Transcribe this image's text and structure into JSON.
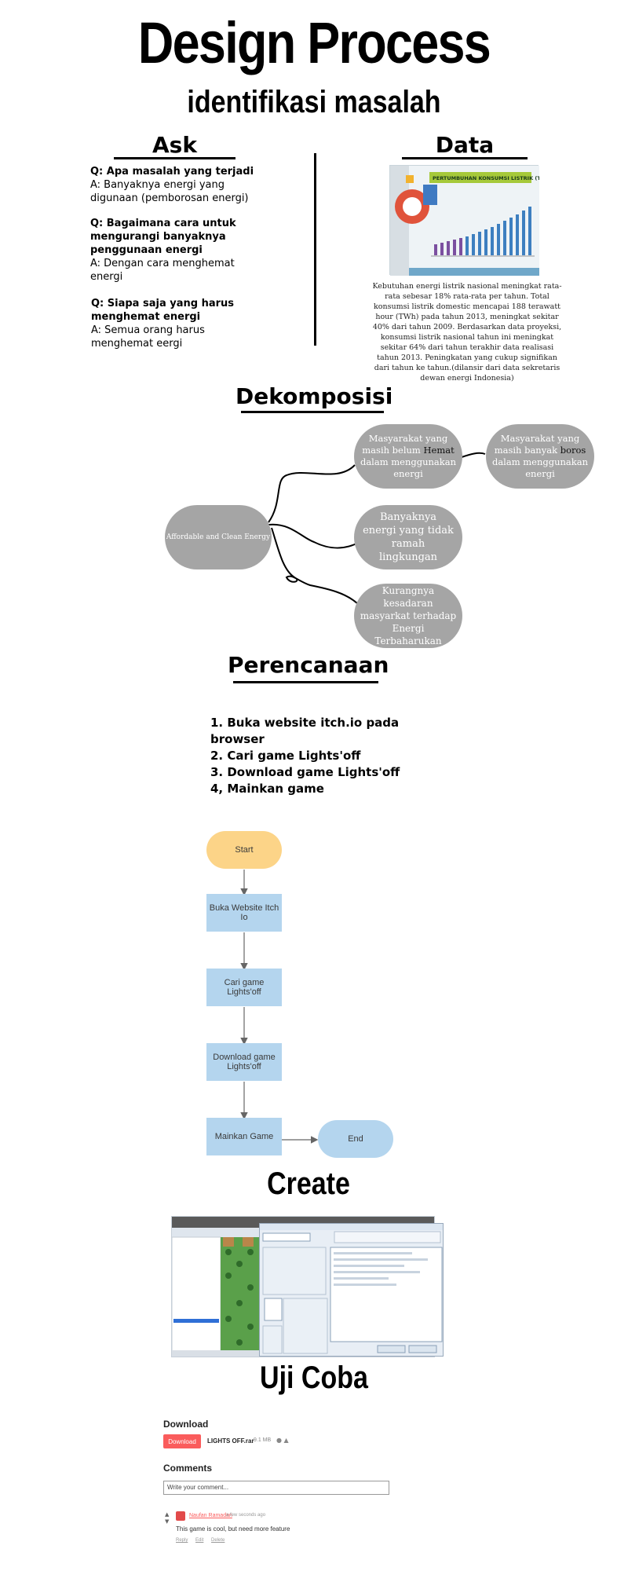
{
  "header": {
    "title": "Design Process",
    "subtitle": "identifikasi masalah"
  },
  "ask": {
    "heading": "Ask",
    "items": [
      {
        "q": "Q: Apa masalah yang terjadi",
        "a": "A: Banyaknya energi yang digunaan (pemborosan energi)"
      },
      {
        "q": "Q: Bagaimana cara untuk mengurangi banyaknya penggunaan energi",
        "a": "A: Dengan cara menghemat energi"
      },
      {
        "q": "Q: Siapa saja yang harus menghemat energi",
        "a": "A: Semua orang harus menghemat eergi"
      }
    ]
  },
  "data": {
    "heading": "Data",
    "chart_title": "PERTUMBUHAN KONSUMSI LISTRIK (TWH)",
    "description": "Kebutuhan energi listrik nasional meningkat rata-rata sebesar 18% rata-rata per tahun. Total konsumsi listrik domestic mencapai 188 terawatt hour (TWh) pada tahun 2013, meningkat sekitar 40% dari tahun 2009. Berdasarkan data proyeksi, konsumsi listrik nasional tahun ini meningkat sekitar 64% dari tahun terakhir data realisasi tahun 2013. Peningkatan yang cukup signifikan dari tahun ke tahun.(dilansir dari data sekretaris dewan energi Indonesia)"
  },
  "dekomposisi": {
    "heading": "Dekomposisi",
    "root": "Affordable and Clean Energy",
    "node1_pre": "Masyarakat yang masih belum ",
    "node1_hl": "Hemat",
    "node1_post": " dalam menggunakan energi",
    "node2_pre": "Masyarakat yang masih banyak ",
    "node2_hl": "boros",
    "node2_post": " dalam menggunakan energi",
    "node3": "Banyaknya energi yang tidak ramah lingkungan",
    "node4": "Kurangnya kesadaran masyarkat terhadap Energi Terbaharukan"
  },
  "perencanaan": {
    "heading": "Perencanaan",
    "steps": [
      "1. Buka website itch.io pada browser",
      "2. Cari game Lights'off",
      "3. Download game Lights'off",
      "4, Mainkan game"
    ]
  },
  "flowchart": {
    "start": "Start",
    "step1": "Buka Website Itch Io",
    "step2": "Cari game Lights'off",
    "step3": "Download game Lights'off",
    "step4": "Mainkan Game",
    "end": "End"
  },
  "create": {
    "heading": "Create"
  },
  "uji_coba": {
    "heading": "Uji Coba",
    "download_label": "Download",
    "download_button": "Download",
    "file_name": "LIGHTS OFF.rar",
    "file_size": "9.1 MB",
    "comments_label": "Comments",
    "comment_placeholder": "Write your comment...",
    "commenter": "Naufan Ramadan",
    "comment_time": "a few seconds ago",
    "comment_text": "This game is cool, but need more feature",
    "actions": [
      "Reply",
      "Edit",
      "Delete"
    ]
  },
  "colors": {
    "bubble": "#a5a5a5",
    "flow_start": "#fcd488",
    "flow_box": "#b4d5ee",
    "download_button": "#fa5c5c"
  }
}
